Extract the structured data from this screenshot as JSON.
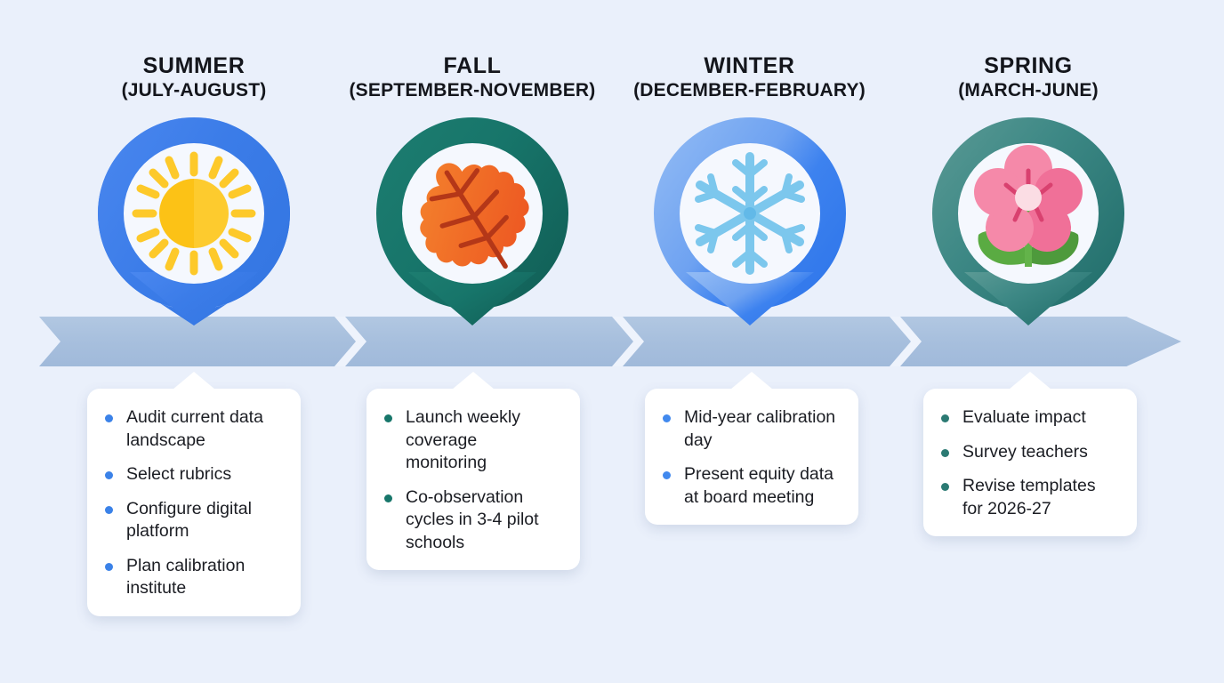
{
  "background_color": "#eaf0fb",
  "timeline": {
    "arrow_fill": "#a8c0de",
    "arrow_notch_color": "#eef3fc",
    "direction": "left-to-right"
  },
  "seasons": [
    {
      "id": "summer",
      "title": "SUMMER",
      "subtitle": "(JULY-AUGUST)",
      "icon": "sun-icon",
      "ring_color": "#3b7ce8",
      "ring_color_light": "#4a87ef",
      "bullet_color": "#3b82e8",
      "items": [
        "Audit current data landscape",
        "Select rubrics",
        "Configure digital platform",
        "Plan calibration institute"
      ]
    },
    {
      "id": "fall",
      "title": "FALL",
      "subtitle": "(SEPTEMBER-NOVEMBER)",
      "icon": "leaf-icon",
      "ring_color": "#156b61",
      "ring_color_light": "#1d7d70",
      "bullet_color": "#17766a",
      "items": [
        "Launch weekly coverage monitoring",
        "Co-observation cycles in 3-4 pilot schools"
      ]
    },
    {
      "id": "winter",
      "title": "WINTER",
      "subtitle": "(DECEMBER-FEBRUARY)",
      "icon": "snowflake-icon",
      "ring_color": "#3d82ef",
      "ring_color_light": "#87b4f3",
      "bullet_color": "#4189ee",
      "items": [
        "Mid-year calibration day",
        "Present equity data at board meeting"
      ]
    },
    {
      "id": "spring",
      "title": "SPRING",
      "subtitle": "(MARCH-JUNE)",
      "icon": "flower-icon",
      "ring_color": "#2c7a77",
      "ring_color_light": "#56938f",
      "bullet_color": "#2b7a73",
      "items": [
        "Evaluate impact",
        "Survey teachers",
        "Revise templates for 2026-27"
      ]
    }
  ],
  "icon_colors": {
    "sun_core_left": "#fcc216",
    "sun_core_right": "#fdcb2e",
    "sun_ray": "#fdc92a",
    "leaf_light": "#f5812c",
    "leaf_dark": "#ef5723",
    "leaf_vein": "#b43718",
    "snow_light": "#8dd0f0",
    "snow_dark": "#62b9e8",
    "flower_petal_left": "#f589a9",
    "flower_petal_right": "#f07098",
    "flower_center": "#fbdde4",
    "flower_stamen": "#d9416f",
    "stem_light": "#63b34a",
    "stem_dark": "#4e9a3c"
  }
}
